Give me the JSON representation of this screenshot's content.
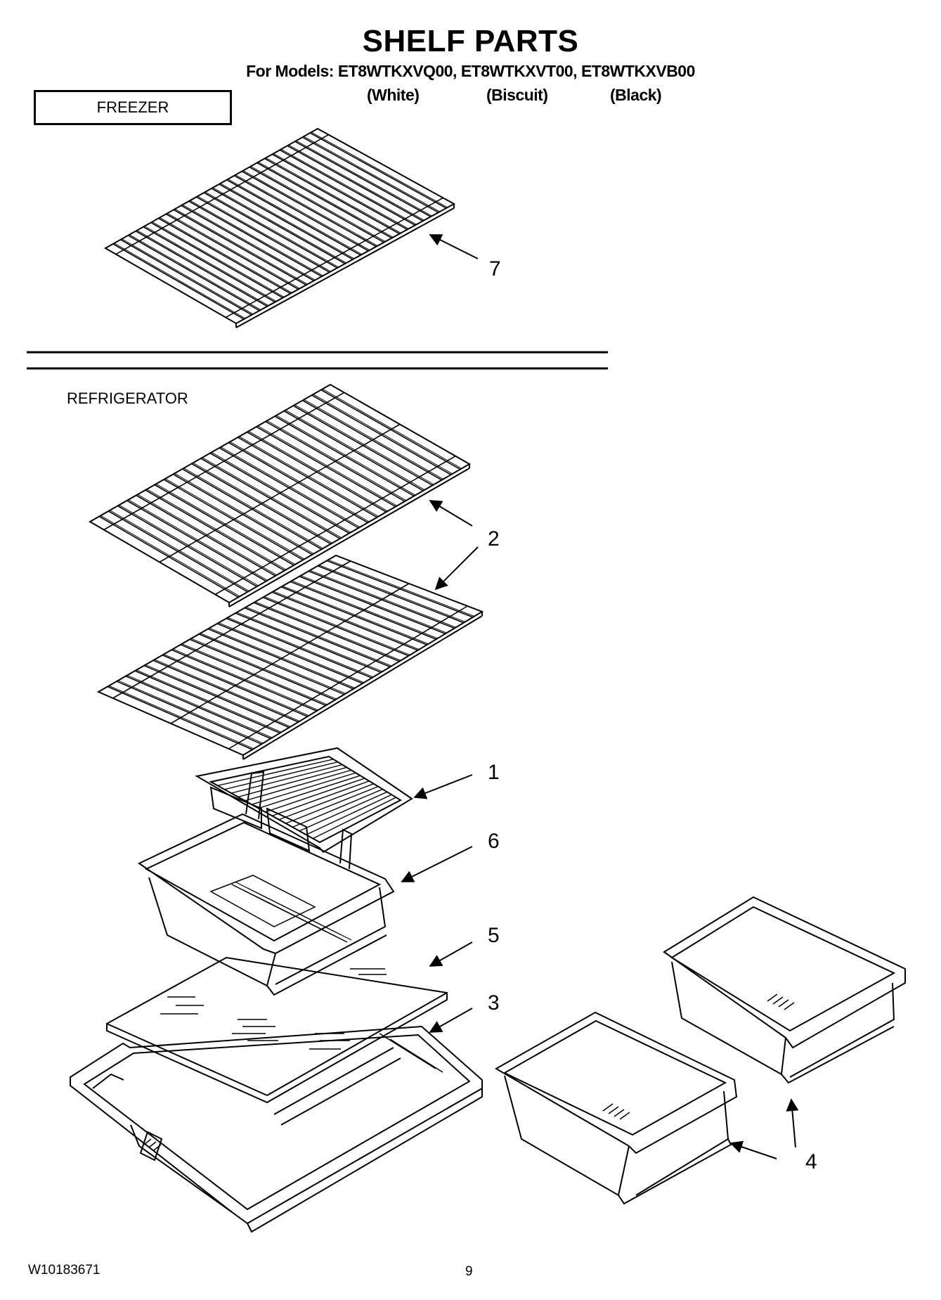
{
  "title": "SHELF PARTS",
  "models_line": "For Models: ET8WTKXVQ00, ET8WTKXVT00, ET8WTKXVB00",
  "colors": [
    "(White)",
    "(Biscuit)",
    "(Black)"
  ],
  "sections": {
    "freezer": "FREEZER",
    "refrigerator": "REFRIGERATOR"
  },
  "callouts": {
    "part_7": "7",
    "part_2": "2",
    "part_1": "1",
    "part_6": "6",
    "part_5": "5",
    "part_3": "3",
    "part_4": "4"
  },
  "footer": {
    "doc_number": "W10183671",
    "page_number": "9"
  }
}
